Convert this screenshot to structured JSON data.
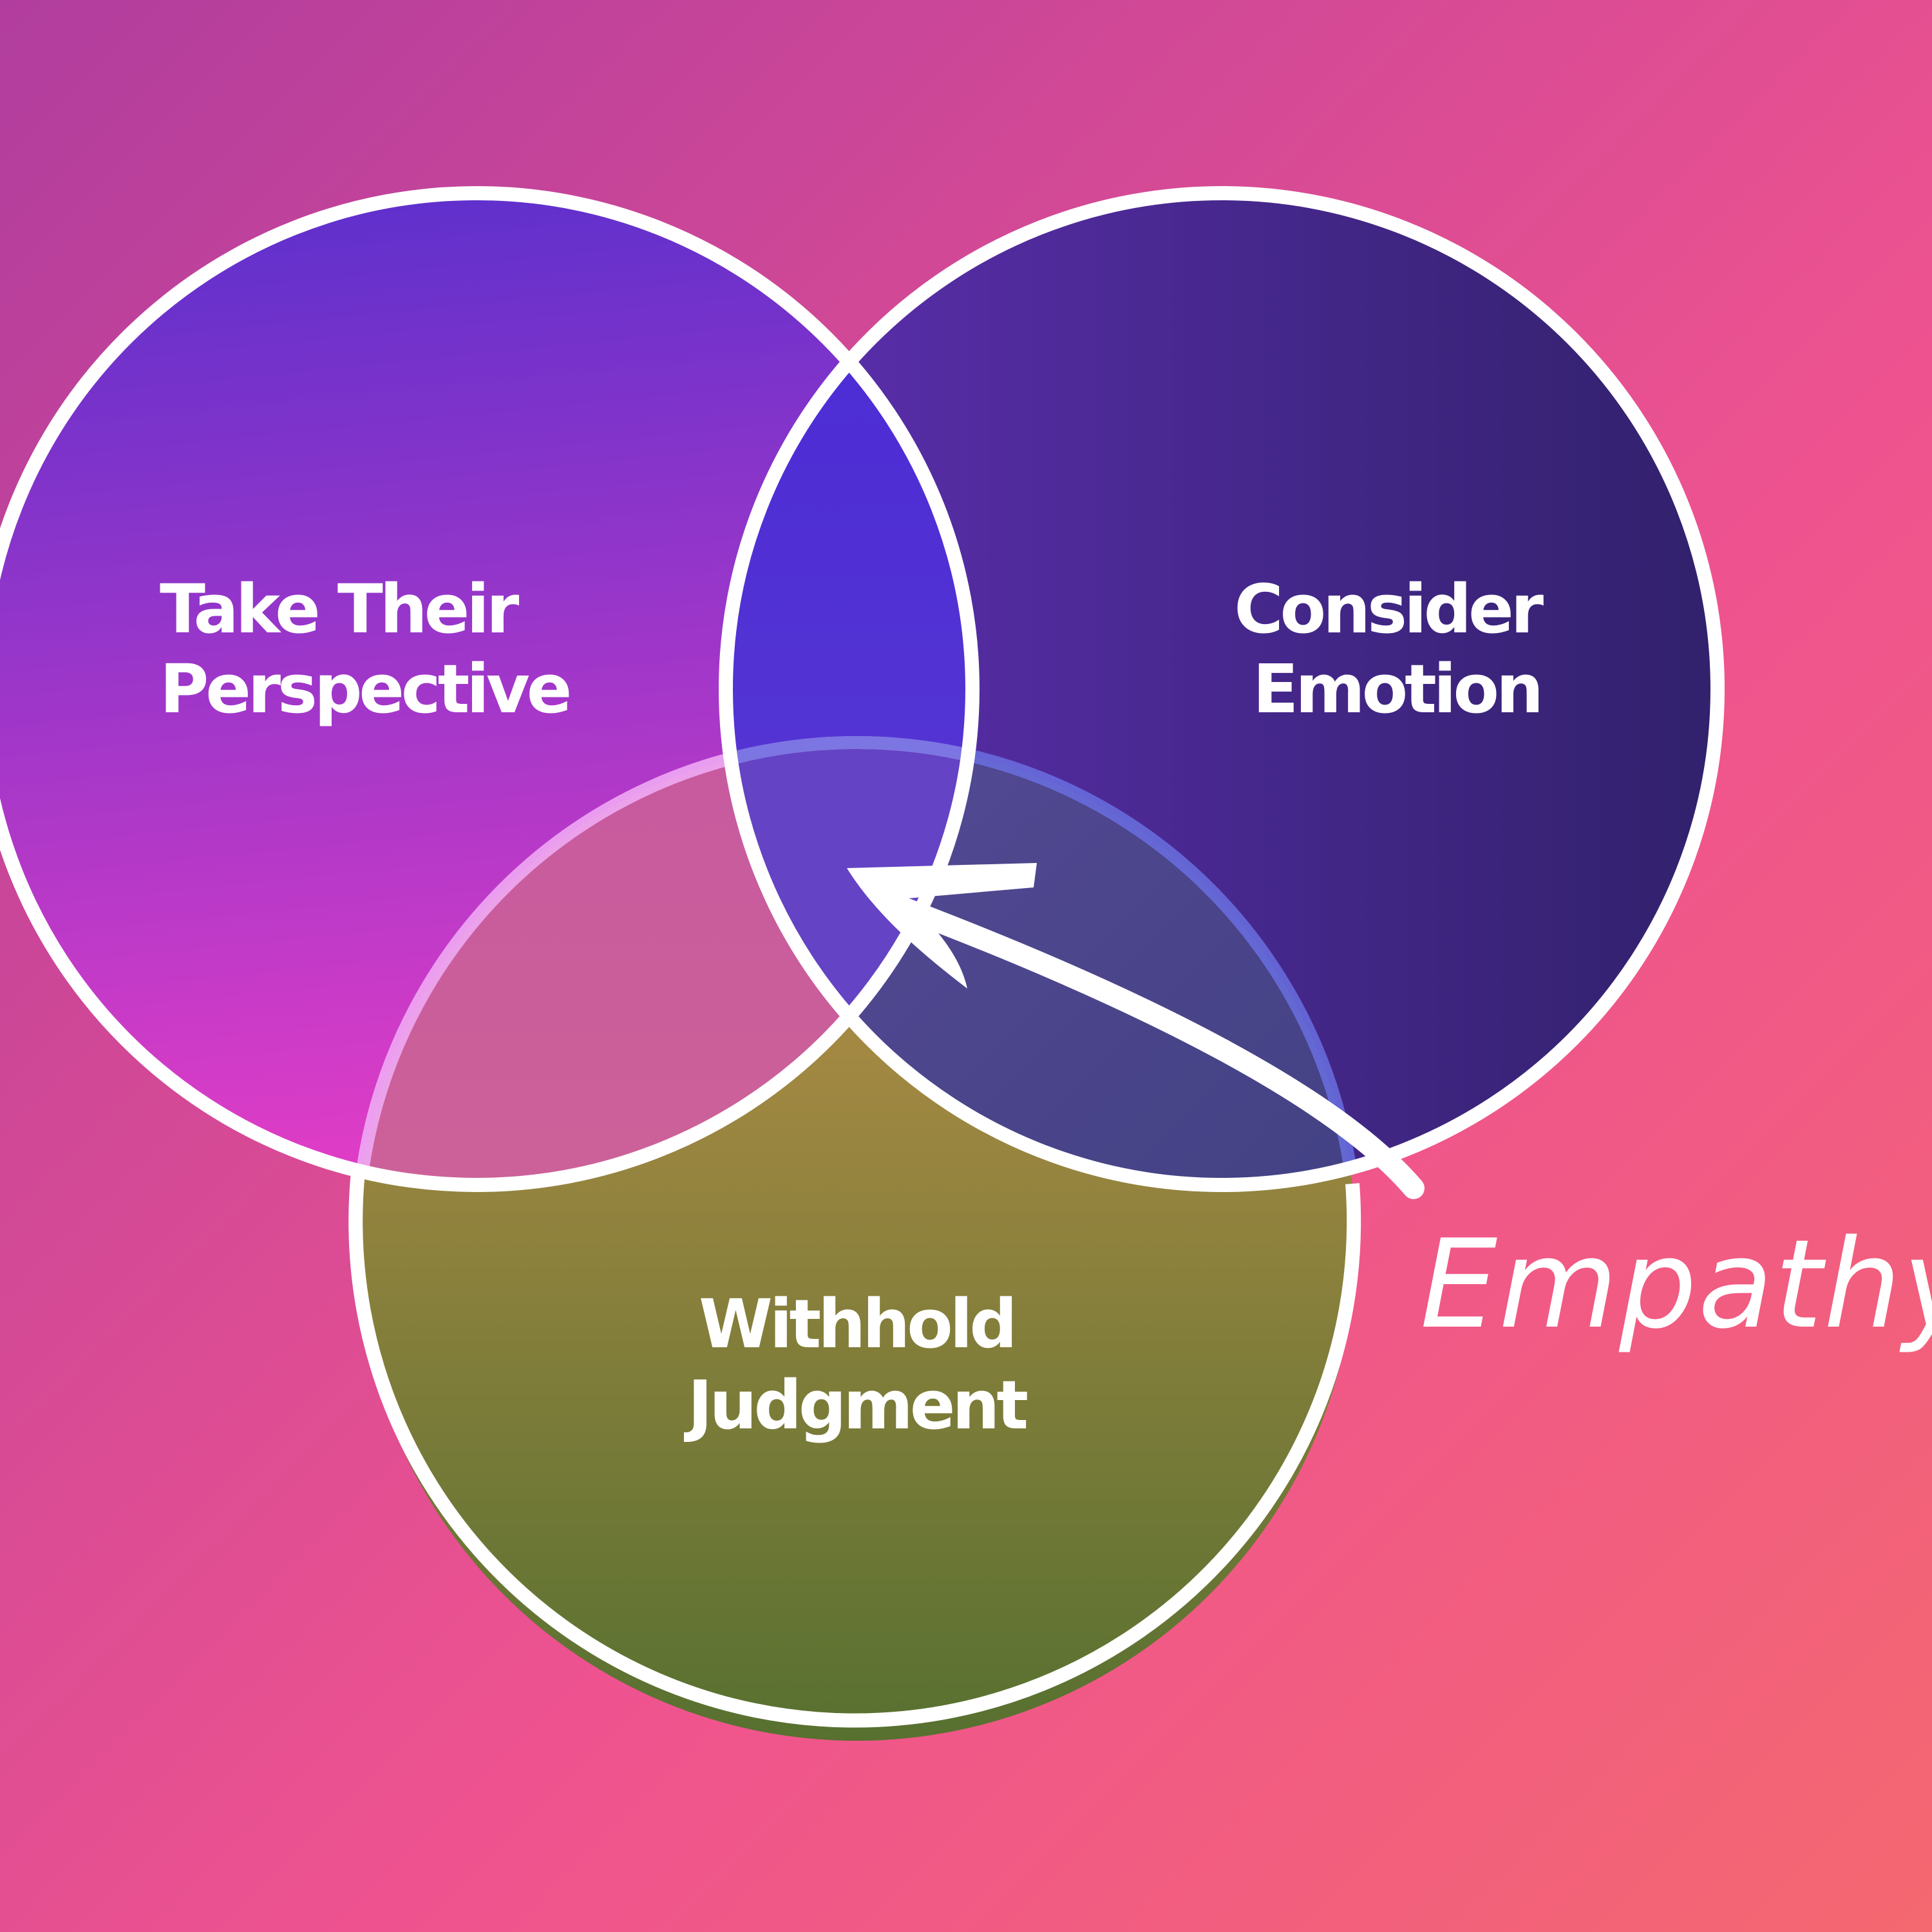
{
  "circles": [
    {
      "id": "perspective",
      "lines": [
        "Take Their",
        "Perspective"
      ]
    },
    {
      "id": "emotion",
      "lines": [
        "Consider",
        "Emotion"
      ]
    },
    {
      "id": "judgment",
      "lines": [
        "Withhold",
        "Judgment"
      ]
    }
  ],
  "annotation": {
    "text": "Empathy"
  },
  "colors": {
    "background_start": "#b13d9e",
    "background_end": "#f46870",
    "perspective_top": "#5e30cc",
    "perspective_bottom": "#de3cc4",
    "emotion_left": "#5a2ea8",
    "emotion_right": "#342372",
    "judgment_top": "#bb9047",
    "judgment_bottom": "#5b7232",
    "outline": "#ffffff"
  }
}
